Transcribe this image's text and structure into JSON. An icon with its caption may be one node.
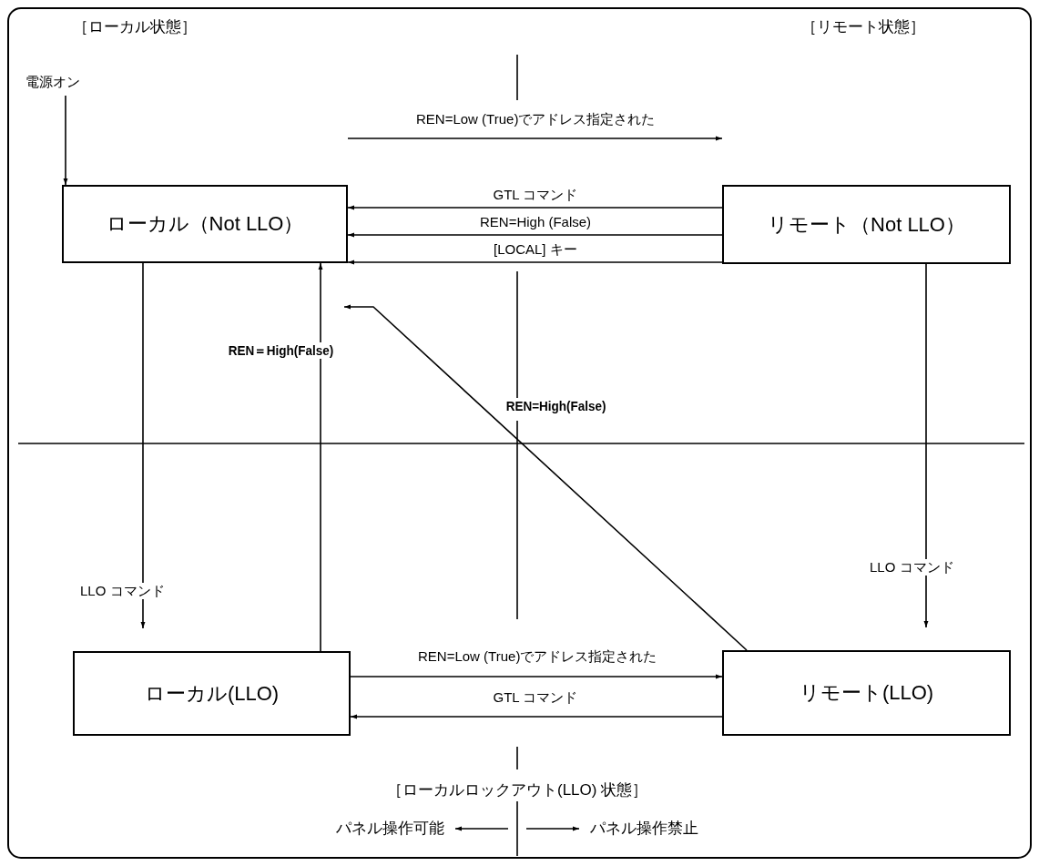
{
  "diagram": {
    "nodes": [
      {
        "text": [
          "ローカル（Not LLO）"
        ]
      },
      {
        "text": [
          "リモート（Not LLO）"
        ]
      },
      {
        "text": [
          "ローカル(LLO)"
        ]
      },
      {
        "text": [
          "リモート(LLO)"
        ]
      },
      {
        "text": [
          "電源オン"
        ]
      }
    ],
    "edges": [
      {
        "from": 0,
        "to": 1,
        "arrow": "to",
        "label": "REN=Low (True)でアドレス指定された"
      },
      {
        "from": 1,
        "to": 0,
        "arrow": "to",
        "label": "GTL コマンド"
      },
      {
        "from": 1,
        "to": 0,
        "arrow": "to",
        "label": "REN=High (False)"
      },
      {
        "from": 1,
        "to": 0,
        "arrow": "to",
        "label": "[LOCAL] キー"
      },
      {
        "from": 0,
        "to": 2,
        "arrow": "to",
        "label": "LLO コマンド"
      },
      {
        "from": 2,
        "to": 0,
        "arrow": "to",
        "label": "REN＝High(False)"
      },
      {
        "from": 3,
        "to": 0,
        "arrow": "to",
        "label": "REN=High(False)"
      },
      {
        "from": 1,
        "to": 3,
        "arrow": "to",
        "label": "LLO コマンド"
      },
      {
        "from": 2,
        "to": 3,
        "arrow": "to",
        "label": "REN=Low (True)でアドレス指定された"
      },
      {
        "from": 3,
        "to": 2,
        "arrow": "to",
        "label": "GTL コマンド"
      },
      {
        "from": 4,
        "to": 0,
        "arrow": "to"
      }
    ],
    "labels": [
      "［ローカル状態］",
      "［リモート状態］",
      "［ローカルロックアウト(LLO) 状態］",
      "パネル操作可能",
      "パネル操作禁止"
    ]
  }
}
